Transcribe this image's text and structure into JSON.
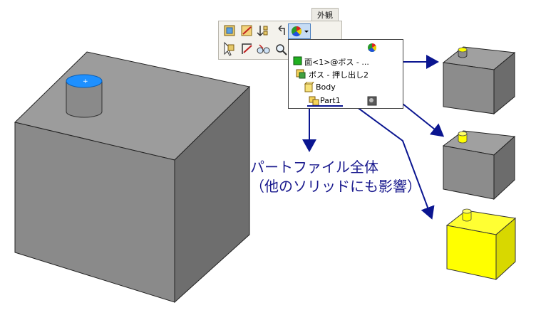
{
  "toolbar": {
    "tab_label": "外観",
    "buttons_row1": [
      "part-appearance-icon",
      "edit-appearance-icon",
      "sort-icon",
      "undo-arrow-icon"
    ],
    "buttons_row2": [
      "select-icon",
      "sketch-icon",
      "view-glasses-icon",
      "zoom-icon"
    ],
    "appearance_button_icon": "color-wheel-icon"
  },
  "popup": {
    "items": [
      {
        "label": "面<1>@ボス - ...",
        "icon": "face-icon"
      },
      {
        "label": "ボス - 押し出し2",
        "icon": "feature-icon"
      },
      {
        "label": "Body",
        "icon": "body-icon"
      },
      {
        "label": "Part1",
        "icon": "part-icon"
      }
    ]
  },
  "caption": {
    "line1": "パートファイル全体",
    "line2": "（他のソリッドにも影響）"
  },
  "colors": {
    "arrow": "#0a1590",
    "caption": "#1a1a8e",
    "face_blue": "#1e90ff",
    "highlight_yellow": "#ffff00",
    "cube_gray": "#8c8c8c"
  }
}
